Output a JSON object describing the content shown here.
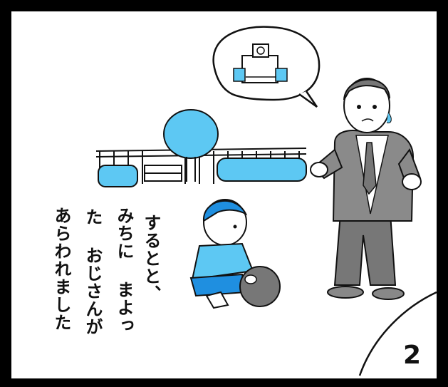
{
  "caption": {
    "col1": "するとと、",
    "col2": "みちに まよっ",
    "col3": "た おじさんが",
    "col4": "あらわれました"
  },
  "panel_number": "2",
  "colors": {
    "tree_blue": "#5dc8f3",
    "shirt_blue": "#5dc8f3",
    "shorts_blue": "#1f8fe0",
    "suit_gray": "#8a8a8a",
    "pants_gray": "#777777",
    "ball_gray": "#777777",
    "outline": "#111111"
  }
}
